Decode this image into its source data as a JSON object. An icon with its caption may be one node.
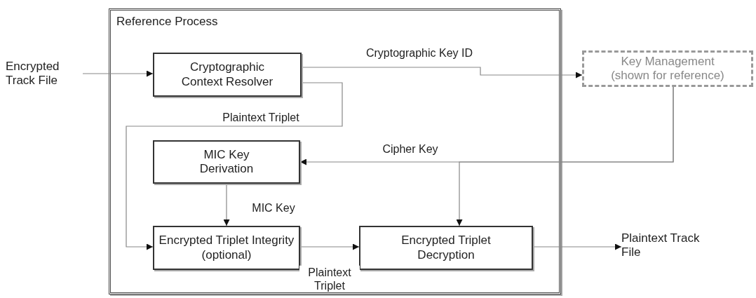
{
  "diagram": {
    "nodes": [
      {
        "text": [
          "Reference Process"
        ]
      },
      {
        "text": [
          "Encrypted Track File"
        ]
      },
      {
        "text": [
          "Cryptographic Context Resolver"
        ],
        "in": 0
      },
      {
        "text": [
          "Key Management (shown for reference)"
        ]
      },
      {
        "text": [
          "MIC Key Derivation"
        ],
        "in": 0
      },
      {
        "text": [
          "Encrypted Triplet Integrity (optional)"
        ],
        "in": 0
      },
      {
        "text": [
          "Encrypted Triplet Decryption"
        ],
        "in": 0
      },
      {
        "text": [
          "Plaintext Track File"
        ]
      }
    ],
    "edges": [
      {
        "from": 1,
        "to": 2,
        "arrow": "to"
      },
      {
        "from": 2,
        "to": 3,
        "arrow": "to",
        "label": "Cryptographic Key ID"
      },
      {
        "from": 2,
        "to": 5,
        "arrow": "to",
        "label": "Plaintext Triplet"
      },
      {
        "from": 3,
        "to": 4,
        "arrow": "to",
        "label": "Cipher Key"
      },
      {
        "from": 3,
        "to": 6,
        "arrow": "to"
      },
      {
        "from": 4,
        "to": 5,
        "arrow": "to",
        "label": "MIC Key"
      },
      {
        "from": 5,
        "to": 6,
        "arrow": "to",
        "label": "Plaintext Triplet"
      },
      {
        "from": 6,
        "to": 7,
        "arrow": "to"
      }
    ]
  }
}
